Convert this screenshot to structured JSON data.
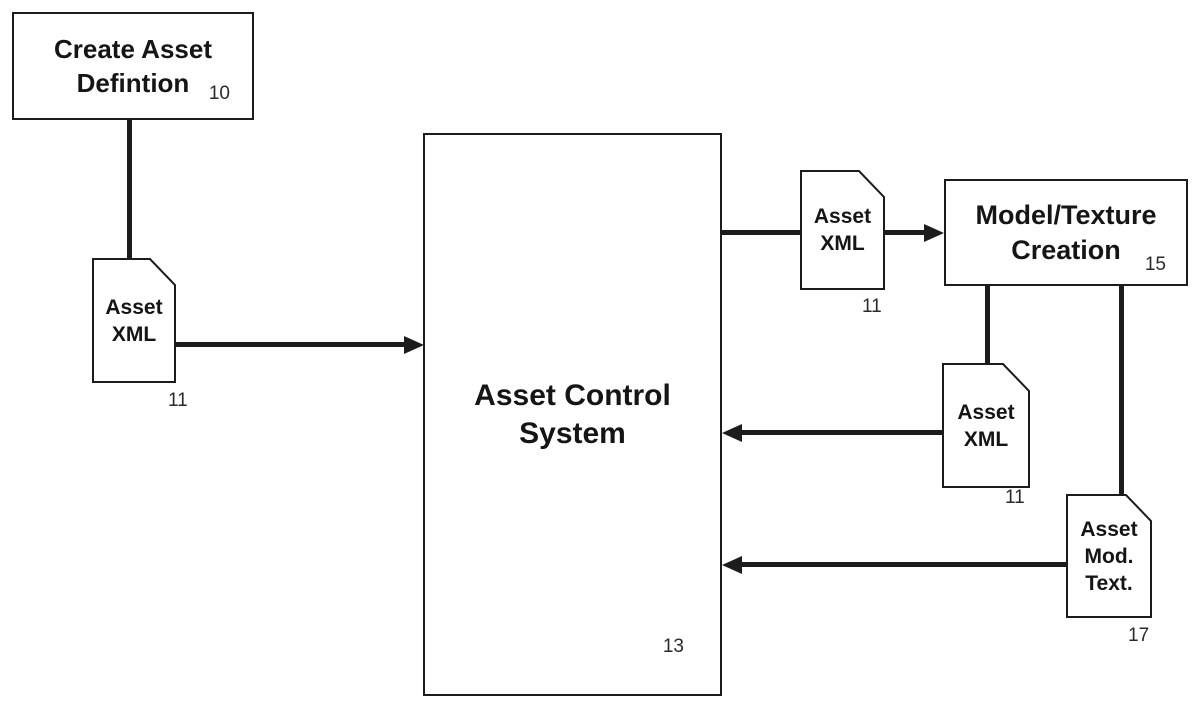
{
  "nodes": {
    "create_asset": {
      "line1": "Create Asset",
      "line2": "Defintion",
      "ref": "10"
    },
    "asset_control": {
      "line1": "Asset Control",
      "line2": "System",
      "ref": "13"
    },
    "model_texture": {
      "line1": "Model/Texture",
      "line2": "Creation",
      "ref": "15"
    }
  },
  "docs": {
    "d1": {
      "line1": "Asset",
      "line2": "XML",
      "ref": "11"
    },
    "d2": {
      "line1": "Asset",
      "line2": "XML",
      "ref": "11"
    },
    "d3": {
      "line1": "Asset",
      "line2": "XML",
      "ref": "11"
    },
    "d4": {
      "line1": "Asset",
      "line2": "Mod.",
      "line3": "Text.",
      "ref": "17"
    }
  },
  "colors": {
    "line": "#1c1c1c",
    "background": "#ffffff",
    "text": "#151515"
  }
}
